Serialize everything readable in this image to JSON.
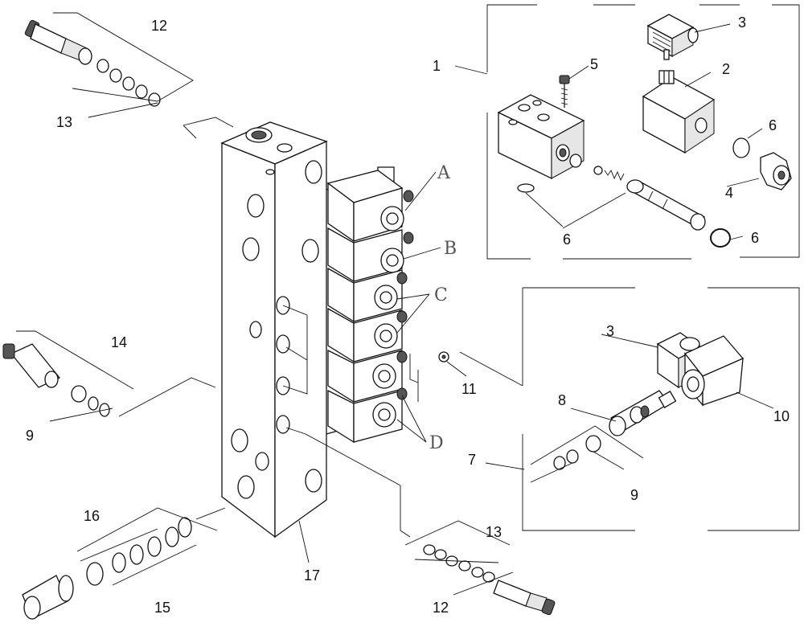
{
  "diagram": {
    "callouts": {
      "c1": "1",
      "c2": "2",
      "c3a": "3",
      "c3b": "3",
      "c4": "4",
      "c5": "5",
      "c6a": "6",
      "c6b": "6",
      "c6c": "6",
      "c7": "7",
      "c8": "8",
      "c9a": "9",
      "c9b": "9",
      "c10": "10",
      "c11": "11",
      "c12a": "12",
      "c12b": "12",
      "c13a": "13",
      "c13b": "13",
      "c14": "14",
      "c15": "15",
      "c16": "16",
      "c17": "17"
    },
    "ports": {
      "a": "A",
      "b": "B",
      "c": "C",
      "d": "D"
    }
  }
}
